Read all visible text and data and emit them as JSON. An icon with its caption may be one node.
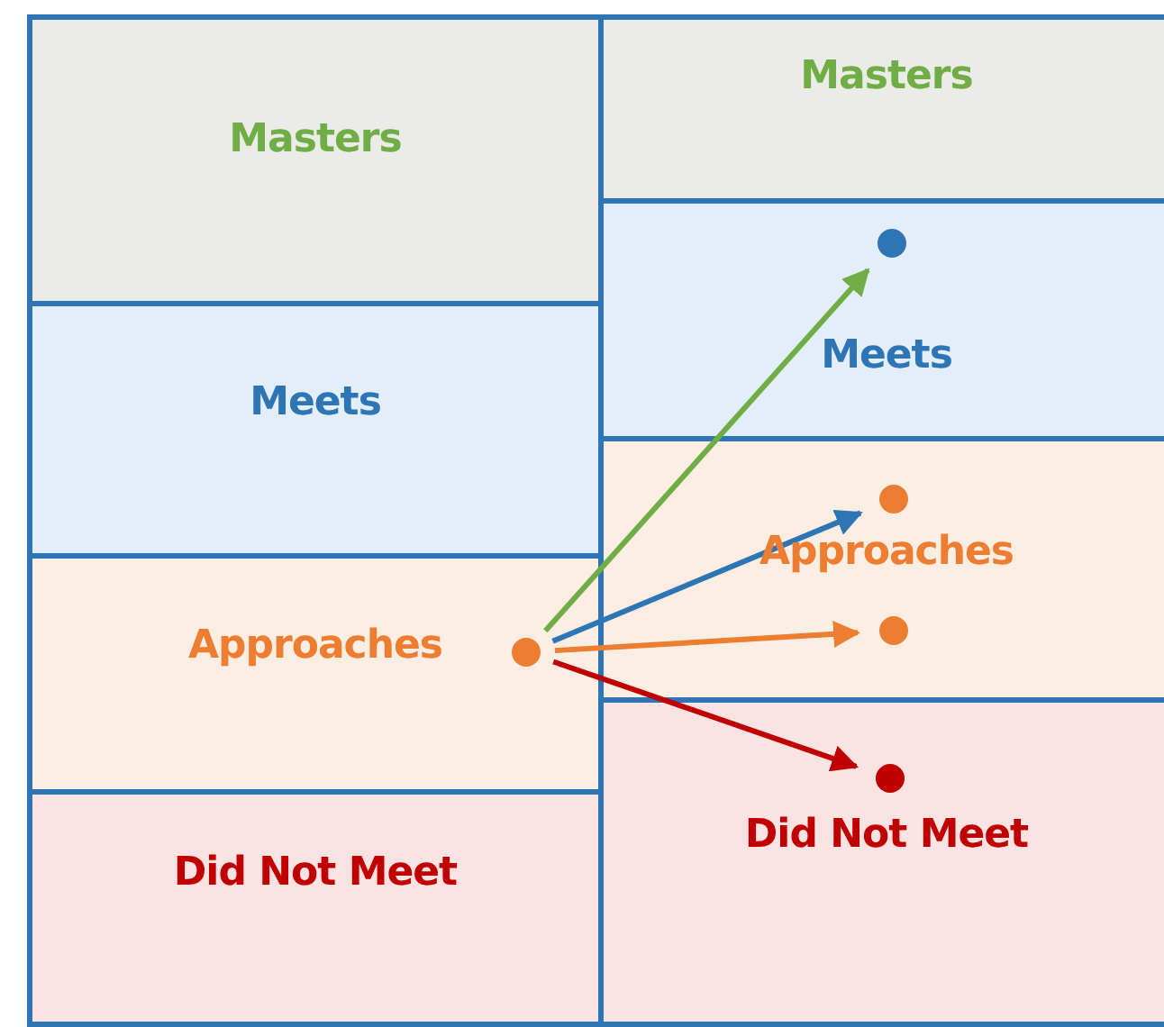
{
  "diagram": {
    "nodes": [
      {
        "text": [
          "Masters"
        ]
      },
      {
        "text": [
          "Meets"
        ]
      },
      {
        "text": [
          "Approaches"
        ]
      },
      {
        "text": [
          "Did Not Meet"
        ]
      },
      {
        "text": [
          "Masters"
        ]
      },
      {
        "text": [
          "Meets"
        ]
      },
      {
        "text": [
          "Approaches"
        ]
      },
      {
        "text": [
          "Did Not Meet"
        ]
      },
      {
        "text": [],
        "shape": "circle",
        "in": 2
      },
      {
        "text": [],
        "shape": "circle",
        "in": 5
      },
      {
        "text": [],
        "shape": "circle",
        "in": 6
      },
      {
        "text": [],
        "shape": "circle",
        "in": 6
      },
      {
        "text": [],
        "shape": "circle",
        "in": 7
      }
    ],
    "edges": [
      {
        "from": 8,
        "to": 9,
        "arrow": "to",
        "color": "#70ad47"
      },
      {
        "from": 8,
        "to": 10,
        "arrow": "to",
        "color": "#2e75b6"
      },
      {
        "from": 8,
        "to": 11,
        "arrow": "to",
        "color": "#ed7d31"
      },
      {
        "from": 8,
        "to": 12,
        "arrow": "to",
        "color": "#c00000"
      }
    ]
  }
}
